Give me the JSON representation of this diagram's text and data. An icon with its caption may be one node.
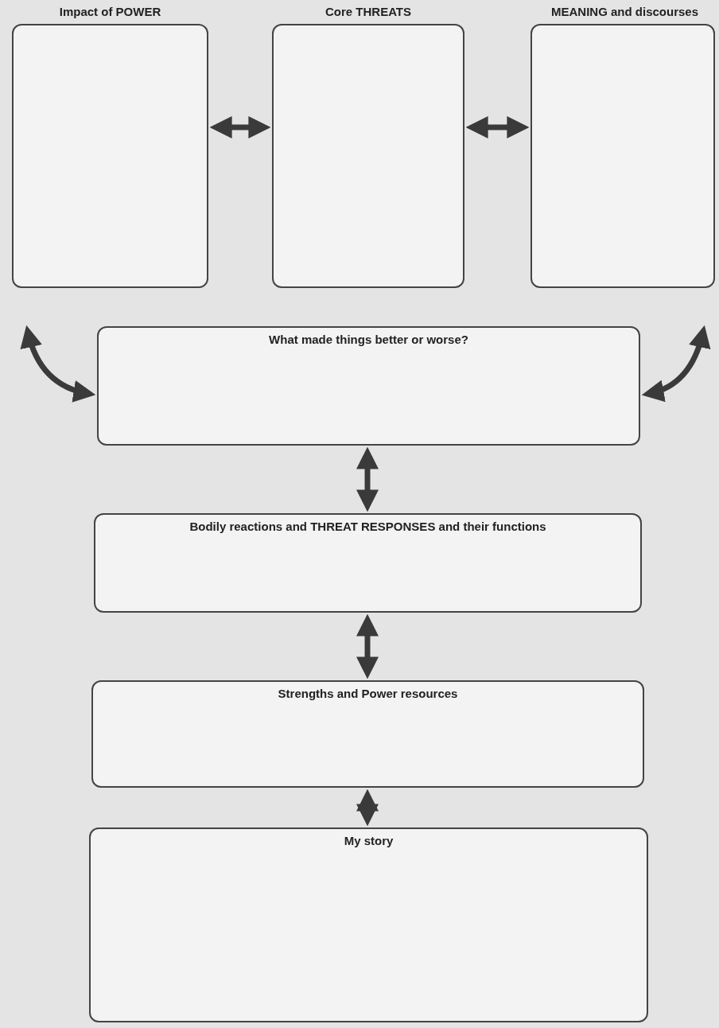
{
  "diagram": {
    "nodes": [
      {
        "text": [
          "Impact of POWER"
        ]
      },
      {
        "text": [
          "Core THREATS"
        ]
      },
      {
        "text": [
          "MEANING and discourses"
        ]
      },
      {
        "text": [
          "What made things better or worse?"
        ]
      },
      {
        "text": [
          "Bodily reactions and THREAT RESPONSES and their functions"
        ]
      },
      {
        "text": [
          "Strengths and Power resources"
        ]
      },
      {
        "text": [
          "My story"
        ]
      }
    ],
    "edges": [
      {
        "from": 0,
        "to": 1,
        "arrow": "both"
      },
      {
        "from": 1,
        "to": 2,
        "arrow": "both"
      },
      {
        "from": 0,
        "to": 3,
        "arrow": "both"
      },
      {
        "from": 2,
        "to": 3,
        "arrow": "both"
      },
      {
        "from": 3,
        "to": 4,
        "arrow": "both"
      },
      {
        "from": 4,
        "to": 5,
        "arrow": "both"
      },
      {
        "from": 5,
        "to": 6,
        "arrow": "both"
      }
    ]
  }
}
